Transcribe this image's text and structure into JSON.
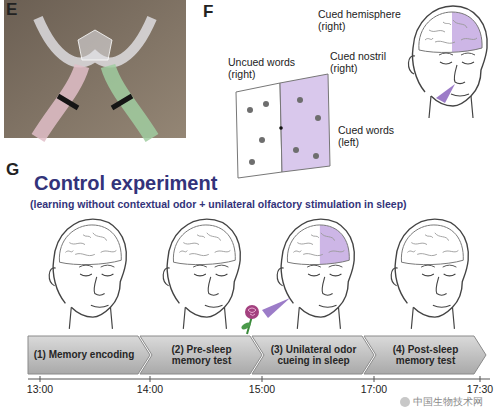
{
  "diagram": {
    "title": "Control experiment",
    "nodes": [
      {
        "text": [
          "(1) Memory encoding"
        ]
      },
      {
        "text": [
          "(2) Pre-sleep memory test"
        ]
      },
      {
        "text": [
          "(3) Unilateral odor cueing in sleep"
        ]
      },
      {
        "text": [
          "(4) Post-sleep memory test"
        ]
      }
    ],
    "labels": [
      "E",
      "F",
      "Cued hemisphere (right)",
      "Uncued words (right)",
      "Cued nostril (right)",
      "Cued words (left)",
      "G",
      "(learning without contextual odor + unilateral olfactory stimulation in sleep)",
      "13:00",
      "14:00",
      "15:00",
      "17:00",
      "17:30",
      "中国生物技术网"
    ]
  }
}
